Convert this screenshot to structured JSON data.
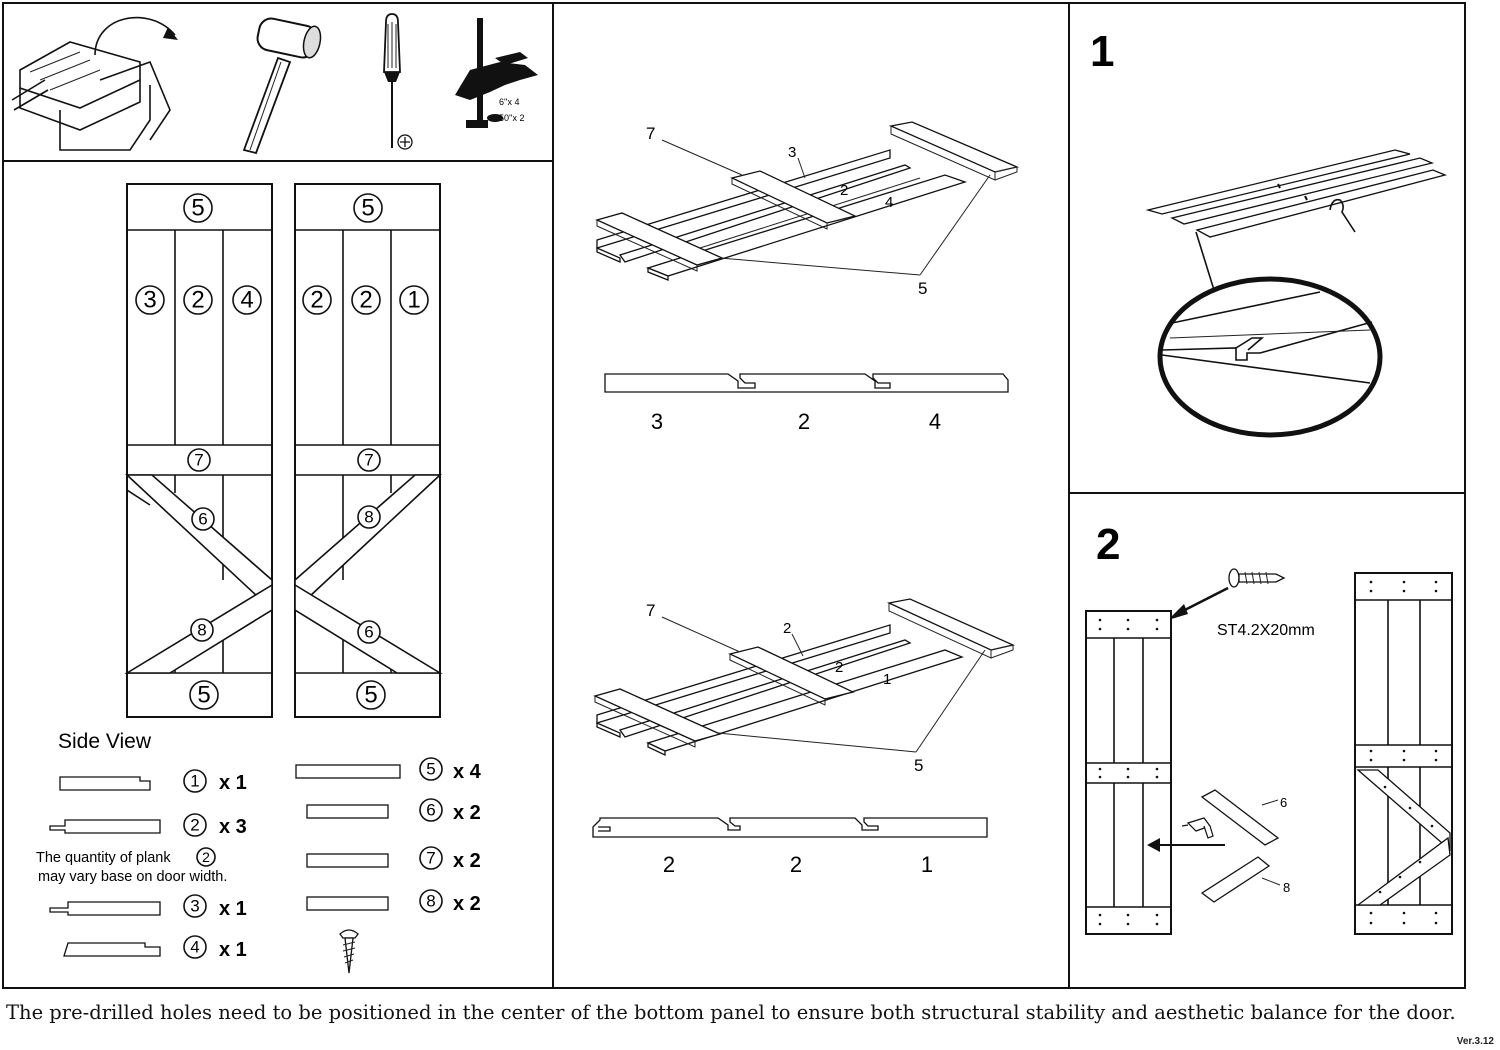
{
  "tools": {
    "icons": [
      "toolbox-icon",
      "rubber-mallet-icon",
      "phillips-screwdriver-icon",
      "clamp-icon"
    ],
    "clamp_spec_1": "6''x 4",
    "clamp_spec_2": "50''x 2"
  },
  "door_left": {
    "top_rail": "5",
    "planks": [
      "3",
      "2",
      "4"
    ],
    "middle_rail": "7",
    "brace_upper": "6",
    "brace_lower": "8",
    "bottom_rail": "5"
  },
  "door_right": {
    "top_rail": "5",
    "planks": [
      "2",
      "2",
      "1"
    ],
    "middle_rail": "7",
    "brace_upper": "8",
    "brace_lower": "6",
    "bottom_rail": "5"
  },
  "parts": {
    "side_view_title": "Side View",
    "items": [
      {
        "num": "1",
        "qty": "x 1"
      },
      {
        "num": "2",
        "qty": "x 3"
      },
      {
        "num": "3",
        "qty": "x 1"
      },
      {
        "num": "4",
        "qty": "x 1"
      },
      {
        "num": "5",
        "qty": "x 4"
      },
      {
        "num": "6",
        "qty": "x 2"
      },
      {
        "num": "7",
        "qty": "x 2"
      },
      {
        "num": "8",
        "qty": "x 2"
      }
    ],
    "note_line1": "The quantity of plank",
    "note_circle": "2",
    "note_line2": "may vary base on door width."
  },
  "assembly_top": {
    "callouts": [
      "7",
      "3",
      "2",
      "4",
      "5"
    ],
    "profile_labels": [
      "3",
      "2",
      "4"
    ]
  },
  "assembly_bottom": {
    "callouts": [
      "7",
      "2",
      "2",
      "1",
      "5"
    ],
    "profile_labels": [
      "2",
      "2",
      "1"
    ]
  },
  "step1": {
    "number": "1"
  },
  "step2": {
    "number": "2",
    "screw_spec": "ST4.2X20mm",
    "label_6": "6",
    "label_8": "8",
    "drill_icon": "drill-icon"
  },
  "footer": {
    "note": "The pre-drilled holes need to be positioned in the center of the bottom panel to ensure both structural stability and aesthetic balance for the door.",
    "version": "Ver.3.12"
  }
}
